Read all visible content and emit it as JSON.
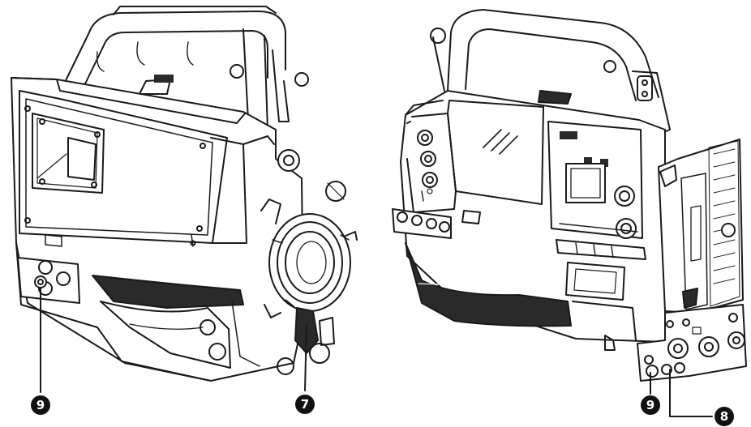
{
  "callouts": {
    "left_nine": "9",
    "left_seven": "7",
    "right_nine": "9",
    "right_eight": "8"
  },
  "colors": {
    "line": "#1a1a1a",
    "body_fill": "#ffffff",
    "shade": "#2a2a2a",
    "badge": "#111111"
  },
  "icons": [
    "camera-front-view",
    "camera-rear-view"
  ]
}
